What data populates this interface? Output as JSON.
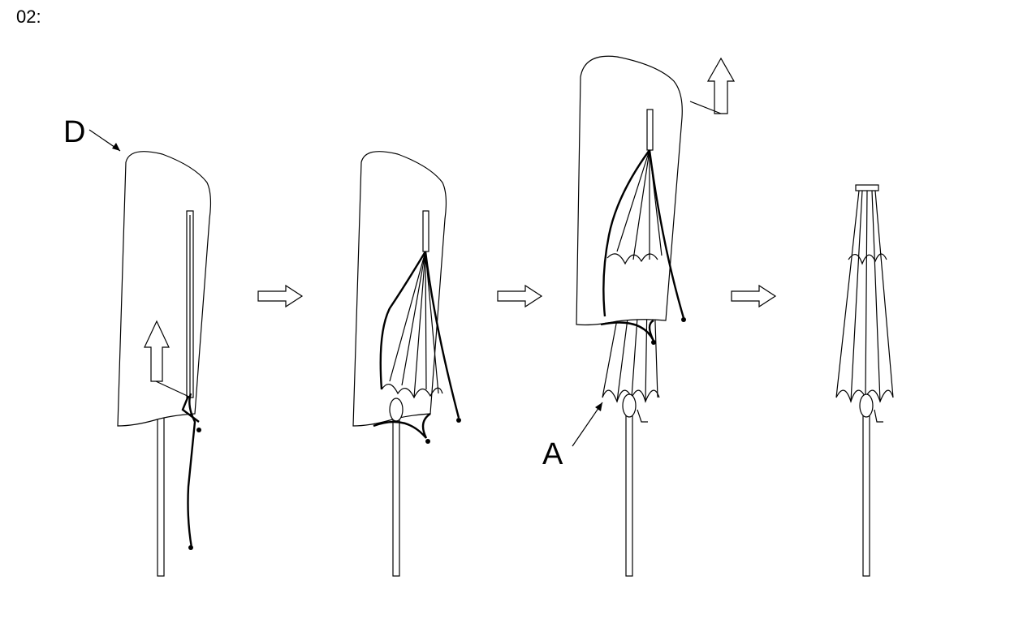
{
  "step_label": "02:",
  "labels": {
    "cover": "D",
    "umbrella": "A"
  },
  "figures": [
    "cover-on",
    "cover-unzipped",
    "cover-lifted",
    "umbrella-closed"
  ],
  "line_color": "#000000"
}
